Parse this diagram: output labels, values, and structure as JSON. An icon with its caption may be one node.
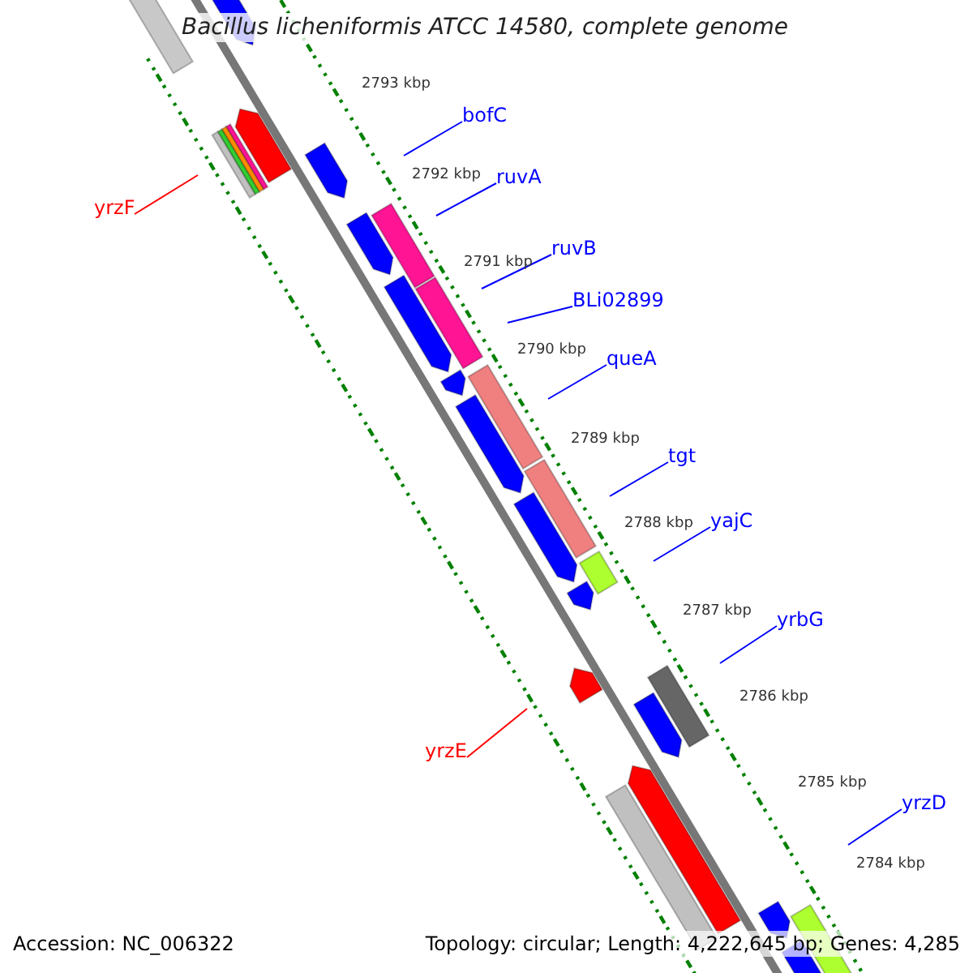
{
  "diagram": {
    "title": "Bacillus licheniformis ATCC 14580, complete genome",
    "nodes": [
      {
        "text": [
          "bofC"
        ]
      },
      {
        "text": [
          "yrzF"
        ]
      },
      {
        "text": [
          "ruvA"
        ]
      },
      {
        "text": [
          "ruvB"
        ]
      },
      {
        "text": [
          "BLi02899"
        ]
      },
      {
        "text": [
          "queA"
        ]
      },
      {
        "text": [
          "tgt"
        ]
      },
      {
        "text": [
          "yajC"
        ]
      },
      {
        "text": [
          "yrbG"
        ]
      },
      {
        "text": [
          "yrzE"
        ]
      },
      {
        "text": [
          "yrzD"
        ]
      }
    ],
    "edges": [
      {
        "from": 0,
        "to": null,
        "arrow": "none"
      },
      {
        "from": 1,
        "to": null,
        "arrow": "none",
        "color": "#ff0000"
      },
      {
        "from": 2,
        "to": null,
        "arrow": "none"
      },
      {
        "from": 3,
        "to": null,
        "arrow": "none"
      },
      {
        "from": 4,
        "to": null,
        "arrow": "none"
      },
      {
        "from": 5,
        "to": null,
        "arrow": "none"
      },
      {
        "from": 6,
        "to": null,
        "arrow": "none"
      },
      {
        "from": 7,
        "to": null,
        "arrow": "none"
      },
      {
        "from": 8,
        "to": null,
        "arrow": "none"
      },
      {
        "from": 9,
        "to": null,
        "arrow": "none",
        "color": "#ff0000"
      },
      {
        "from": 10,
        "to": null,
        "arrow": "none"
      }
    ],
    "labels": [
      "2793 kbp",
      "2792 kbp",
      "2791 kbp",
      "2790 kbp",
      "2789 kbp",
      "2788 kbp",
      "2787 kbp",
      "2786 kbp",
      "2785 kbp",
      "2784 kbp",
      "Accession: NC_006322",
      "Topology: circular; Length: 4,222,645 bp; Genes: 4,285"
    ]
  }
}
